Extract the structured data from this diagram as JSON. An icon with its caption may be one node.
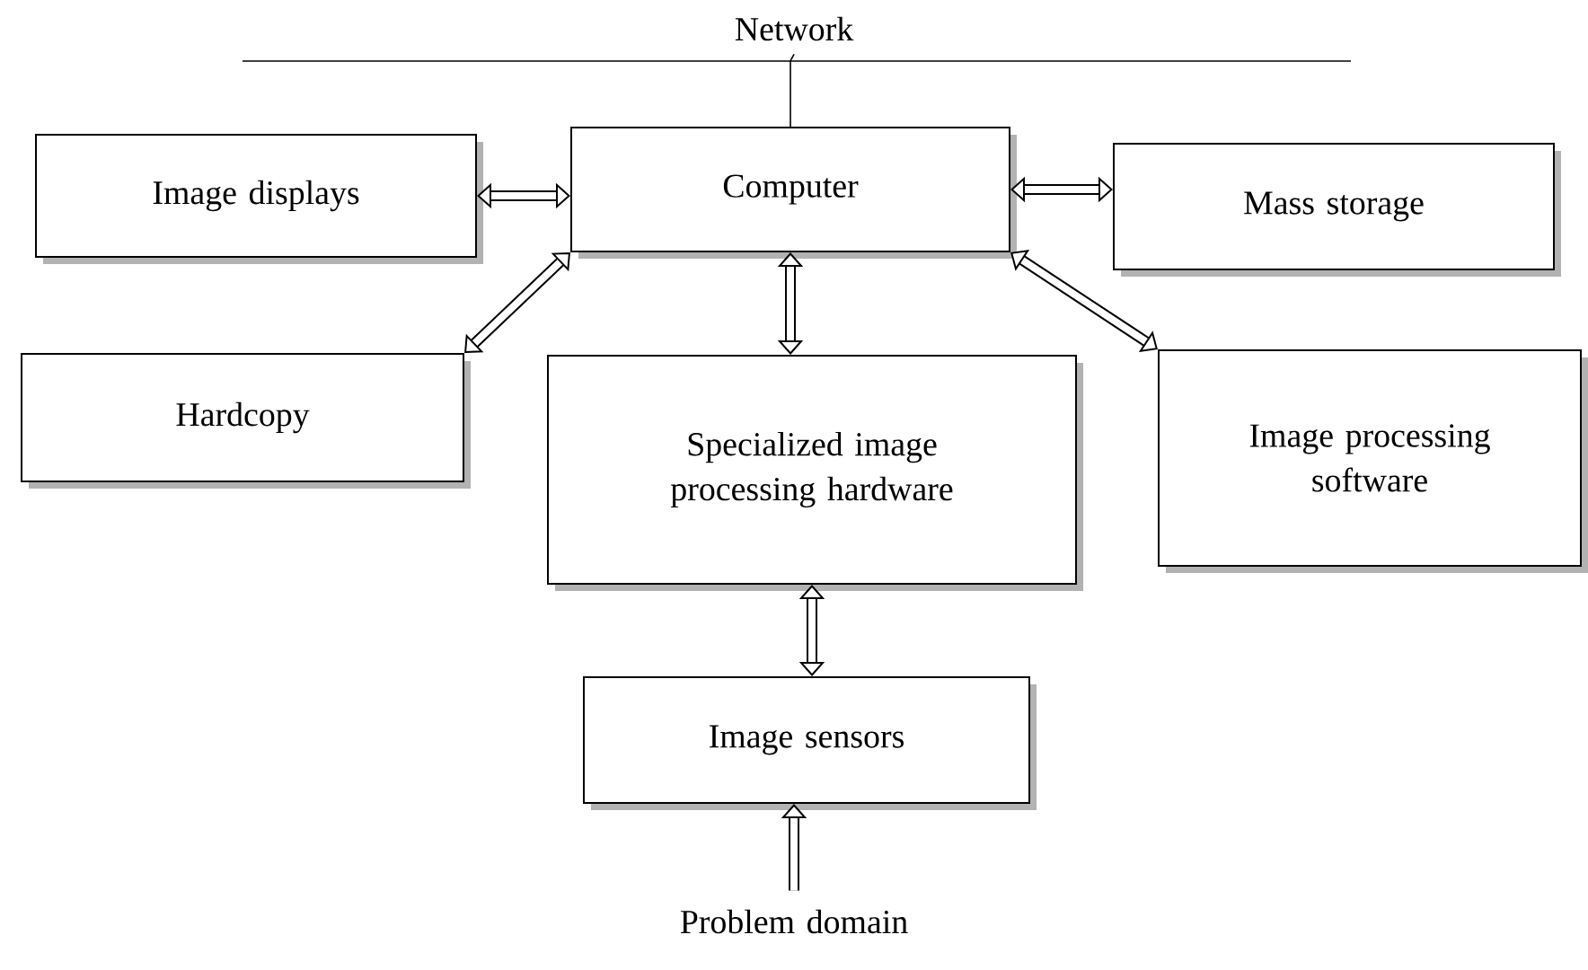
{
  "diagram": {
    "nodes": [
      {
        "text": [
          "Network"
        ]
      },
      {
        "text": [
          "Image displays"
        ]
      },
      {
        "text": [
          "Computer"
        ]
      },
      {
        "text": [
          "Mass storage"
        ]
      },
      {
        "text": [
          "Hardcopy"
        ]
      },
      {
        "text": [
          "Specialized image processing hardware"
        ]
      },
      {
        "text": [
          "Image processing software"
        ]
      },
      {
        "text": [
          "Image sensors"
        ]
      },
      {
        "text": [
          "Problem domain"
        ]
      }
    ],
    "edges": [
      {
        "from": 2,
        "to": 0,
        "arrow": "none"
      },
      {
        "from": 1,
        "to": 2,
        "arrow": "both"
      },
      {
        "from": 2,
        "to": 3,
        "arrow": "both"
      },
      {
        "from": 2,
        "to": 4,
        "arrow": "both"
      },
      {
        "from": 2,
        "to": 5,
        "arrow": "both"
      },
      {
        "from": 2,
        "to": 6,
        "arrow": "both"
      },
      {
        "from": 5,
        "to": 7,
        "arrow": "both"
      },
      {
        "from": 8,
        "to": 7,
        "arrow": "to"
      }
    ]
  }
}
